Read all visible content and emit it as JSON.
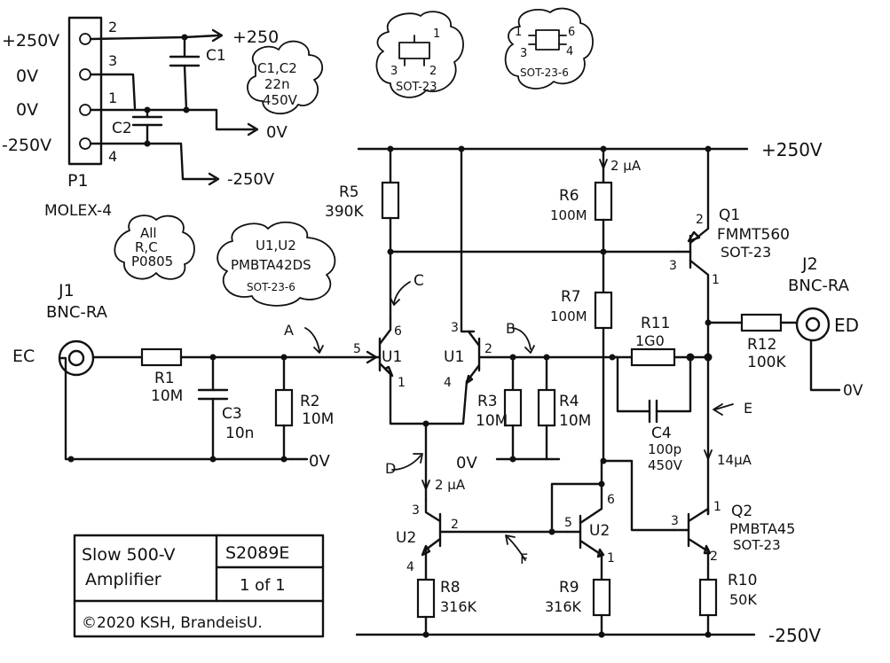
{
  "connector_p1": {
    "name": "P1",
    "part": "MOLEX-4",
    "pin_labels": [
      "+250V",
      "0V",
      "0V",
      "-250V"
    ],
    "pin_numbers": [
      "2",
      "3",
      "1",
      "4"
    ]
  },
  "supply_caps": {
    "c1": "C1",
    "c2": "C2",
    "note_lines": [
      "C1,C2",
      "22n",
      "450V"
    ]
  },
  "supply_nets": {
    "plus_top": "+250",
    "zero": "0V",
    "minus": "-250V",
    "plus_rail": "+250V",
    "minus_rail": "-250V"
  },
  "packages": {
    "sot23": {
      "label": "SOT-23",
      "pins": [
        "1",
        "3",
        "2"
      ]
    },
    "sot236": {
      "label": "SOT-23-6",
      "pins": [
        "1",
        "6",
        "3",
        "4"
      ]
    }
  },
  "notes": {
    "all": [
      "All",
      "R,C",
      "P0805"
    ],
    "u1u2": [
      "U1,U2",
      "PMBTA42DS",
      "SOT-23-6"
    ]
  },
  "input": {
    "signal": "EC",
    "jack": [
      "J1",
      "BNC-RA"
    ]
  },
  "output": {
    "signal": "ED",
    "jack": [
      "J2",
      "BNC-RA"
    ],
    "ground": "0V"
  },
  "resistors": {
    "r1": [
      "R1",
      "10M"
    ],
    "r2": [
      "R2",
      "10M"
    ],
    "r3": [
      "R3",
      "10M"
    ],
    "r4": [
      "R4",
      "10M"
    ],
    "r5": [
      "R5",
      "390K"
    ],
    "r6": [
      "R6",
      "100M"
    ],
    "r7": [
      "R7",
      "100M"
    ],
    "r8": [
      "R8",
      "316K"
    ],
    "r9": [
      "R9",
      "316K"
    ],
    "r10": [
      "R10",
      "50K"
    ],
    "r11": [
      "R11",
      "1G0"
    ],
    "r12": [
      "R12",
      "100K"
    ]
  },
  "capacitors": {
    "c3": [
      "C3",
      "10n"
    ],
    "c4": [
      "C4",
      "100p",
      "450V"
    ]
  },
  "transistors": {
    "q1": [
      "Q1",
      "FMMT560",
      "SOT-23"
    ],
    "q2": [
      "Q2",
      "PMBTA45",
      "SOT-23"
    ],
    "u1": "U1",
    "u2": "U2"
  },
  "pins": {
    "u1_left": [
      "5",
      "6",
      "1"
    ],
    "u1_right": [
      "3",
      "2",
      "4"
    ],
    "u2_left": [
      "3",
      "2",
      "4"
    ],
    "u2_right": [
      "6",
      "5",
      "1"
    ],
    "q1": [
      "2",
      "3",
      "1"
    ],
    "q2": [
      "3",
      "1",
      "2"
    ]
  },
  "nodes": {
    "a": "A",
    "b": "B",
    "c": "C",
    "d": "D",
    "e": "E",
    "f": "F"
  },
  "currents": {
    "r6": "2 µA",
    "d": "2 µA",
    "q2": "14µA"
  },
  "ground": "0V",
  "title_block": {
    "title": [
      "Slow 500-V",
      "Amplifier"
    ],
    "drawing_no": "S2089E",
    "sheet": "1 of 1",
    "copyright": "©2020 KSH, BrandeisU."
  }
}
